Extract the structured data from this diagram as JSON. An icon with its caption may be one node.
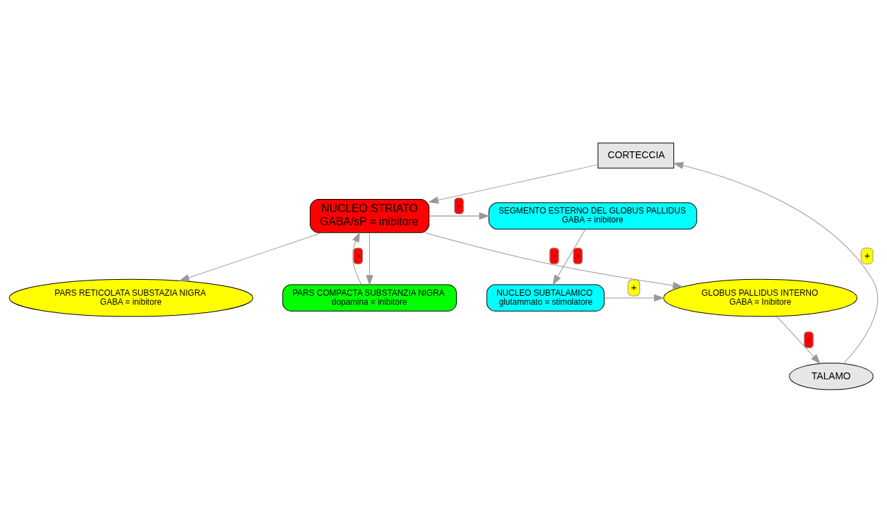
{
  "diagram": {
    "nodes": [
      {
        "text": [
          "CORTECCIA"
        ]
      },
      {
        "text": [
          "NUCLEO STRIATO",
          "GABA/sP = inibitore"
        ]
      },
      {
        "text": [
          "SEGMENTO ESTERNO DEL GLOBUS PALLIDUS",
          "GABA = inibitore"
        ]
      },
      {
        "text": [
          "PARS COMPACTA SUBSTANZIA NIGRA",
          "dopamina = inibitore"
        ]
      },
      {
        "text": [
          "NUCLEO SUBTALAMICO",
          "glutammato = stimolatore"
        ]
      },
      {
        "text": [
          "GLOBUS PALLIDUS INTERNO",
          "GABA = Inibitore"
        ]
      },
      {
        "text": [
          "PARS RETICOLATA SUBSTAZIA NIGRA",
          "GABA = inibitore"
        ]
      },
      {
        "text": [
          "TALAMO"
        ]
      }
    ],
    "edges": [
      {
        "from": 0,
        "to": 1,
        "arrow": "to"
      },
      {
        "from": 1,
        "to": 2,
        "arrow": "to",
        "label": "-"
      },
      {
        "from": 2,
        "to": 4,
        "arrow": "to",
        "label": "-"
      },
      {
        "from": 4,
        "to": 5,
        "arrow": "to",
        "label": "+"
      },
      {
        "from": 1,
        "to": 5,
        "arrow": "to",
        "label": "-"
      },
      {
        "from": 1,
        "to": 6,
        "arrow": "to"
      },
      {
        "from": 1,
        "to": 3,
        "arrow": "to"
      },
      {
        "from": 3,
        "to": 1,
        "arrow": "to",
        "label": "-"
      },
      {
        "from": 5,
        "to": 7,
        "arrow": "to",
        "label": "-"
      },
      {
        "from": 7,
        "to": 0,
        "arrow": "to",
        "label": "+"
      }
    ]
  }
}
